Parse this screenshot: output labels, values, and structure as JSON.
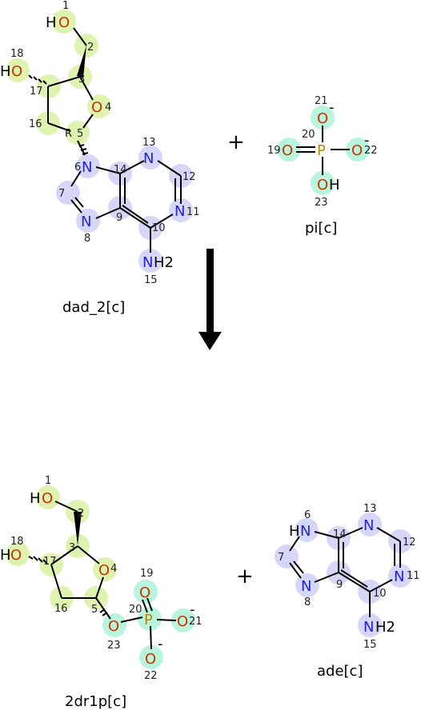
{
  "reaction": {
    "plus_sign": "+",
    "reactants": [
      {
        "label": "dad_2[c]",
        "atom_numbers": [
          "1",
          "2",
          "3",
          "4",
          "R",
          "5",
          "6",
          "7",
          "8",
          "9",
          "10",
          "11",
          "12",
          "13",
          "14",
          "15",
          "16",
          "17",
          "18"
        ]
      },
      {
        "label": "pi[c]",
        "atom_numbers": [
          "19",
          "20",
          "21",
          "22",
          "23"
        ]
      }
    ],
    "products": [
      {
        "label": "2dr1p[c]",
        "atom_numbers": [
          "1",
          "2",
          "3",
          "4",
          "5",
          "16",
          "17",
          "18",
          "19",
          "20",
          "21",
          "22",
          "23"
        ]
      },
      {
        "label": "ade[c]",
        "atom_numbers": [
          "6",
          "7",
          "8",
          "9",
          "10",
          "11",
          "12",
          "13",
          "14",
          "15"
        ]
      }
    ]
  },
  "elements": {
    "oxygen": "O",
    "nitrogen": "N",
    "phosphorus": "P",
    "hydrogen": "H",
    "h2": "H2",
    "minus": "-"
  },
  "colors": {
    "oxygen": "#cc3300",
    "nitrogen": "#2222dd",
    "phosphorus": "#b8860b",
    "highlight_sugar": "#dff3b0",
    "highlight_base": "#d6d6f8",
    "highlight_phosphate": "#b8f5dc",
    "bond": "#000000"
  }
}
